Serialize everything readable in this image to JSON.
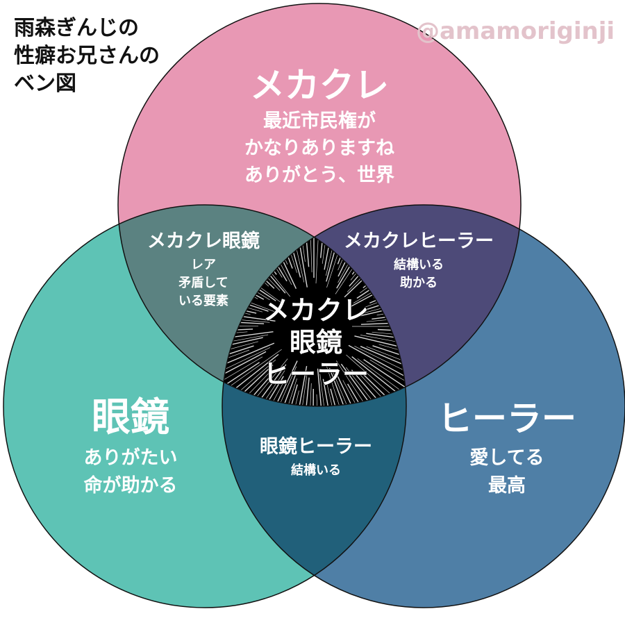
{
  "title": {
    "lines": [
      "雨森ぎんじの",
      "性癖お兄さんの",
      "ベン図"
    ]
  },
  "handle": "@amamoriginji",
  "sets": {
    "top": {
      "label": "メカクレ",
      "lines": [
        "最近市民権が",
        "かなりありますね",
        "ありがとう、世界"
      ],
      "color": "#e898b4"
    },
    "left": {
      "label": "眼鏡",
      "lines": [
        "ありがたい",
        "命が助かる"
      ],
      "color": "#5ec3b5"
    },
    "right": {
      "label": "ヒーラー",
      "lines": [
        "愛してる",
        "最高"
      ],
      "color": "#4f7fa6"
    }
  },
  "overlaps": {
    "top_left": {
      "label": "メカクレ眼鏡",
      "lines": [
        "レア",
        "矛盾して",
        "いる要素"
      ],
      "color": "#5b8281"
    },
    "top_right": {
      "label": "メカクレヒーラー",
      "lines": [
        "結構いる",
        "助かる"
      ],
      "color": "#4d4a78"
    },
    "left_right": {
      "label": "眼鏡ヒーラー",
      "lines": [
        "結構いる"
      ],
      "color": "#21607a"
    },
    "center": {
      "lines": [
        "メカクレ",
        "眼鏡",
        "ヒーラー"
      ]
    }
  }
}
